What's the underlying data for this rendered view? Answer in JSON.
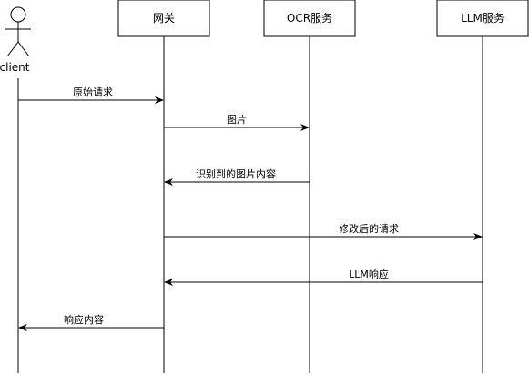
{
  "actor": {
    "label": "client"
  },
  "participants": [
    {
      "label": "网关"
    },
    {
      "label": "OCR服务"
    },
    {
      "label": "LLM服务"
    }
  ],
  "messages": [
    {
      "label": "原始请求",
      "from": "client",
      "to": "网关"
    },
    {
      "label": "图片",
      "from": "网关",
      "to": "OCR服务"
    },
    {
      "label": "识别到的图片内容",
      "from": "OCR服务",
      "to": "网关"
    },
    {
      "label": "修改后的请求",
      "from": "网关",
      "to": "LLM服务"
    },
    {
      "label": "LLM响应",
      "from": "LLM服务",
      "to": "网关"
    },
    {
      "label": "响应内容",
      "from": "网关",
      "to": "client"
    }
  ],
  "colors": {
    "line": "#000000",
    "background": "#ffffff"
  }
}
